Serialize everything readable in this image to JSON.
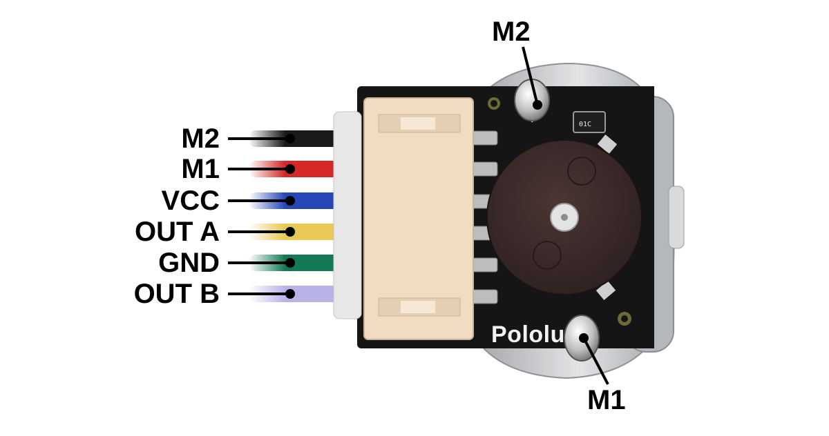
{
  "image": {
    "subject": "motor-encoder-board-with-connector"
  },
  "left_labels": [
    {
      "text": "M2",
      "wire_color": "#1a1a1a"
    },
    {
      "text": "M1",
      "wire_color": "#d62828"
    },
    {
      "text": "VCC",
      "wire_color": "#2747b8"
    },
    {
      "text": "OUT A",
      "wire_color": "#e8c857"
    },
    {
      "text": "GND",
      "wire_color": "#137a55"
    },
    {
      "text": "OUT B",
      "wire_color": "#b8b3e6"
    }
  ],
  "top_label": "M2",
  "bottom_label": "M1",
  "board": {
    "brand": "Pololu",
    "chip_code": "01C"
  },
  "colors": {
    "pcb": "#151515",
    "connector": "#f1dcc2",
    "magnet_disc": "#3a2a28",
    "metal": "#c9cbce"
  }
}
